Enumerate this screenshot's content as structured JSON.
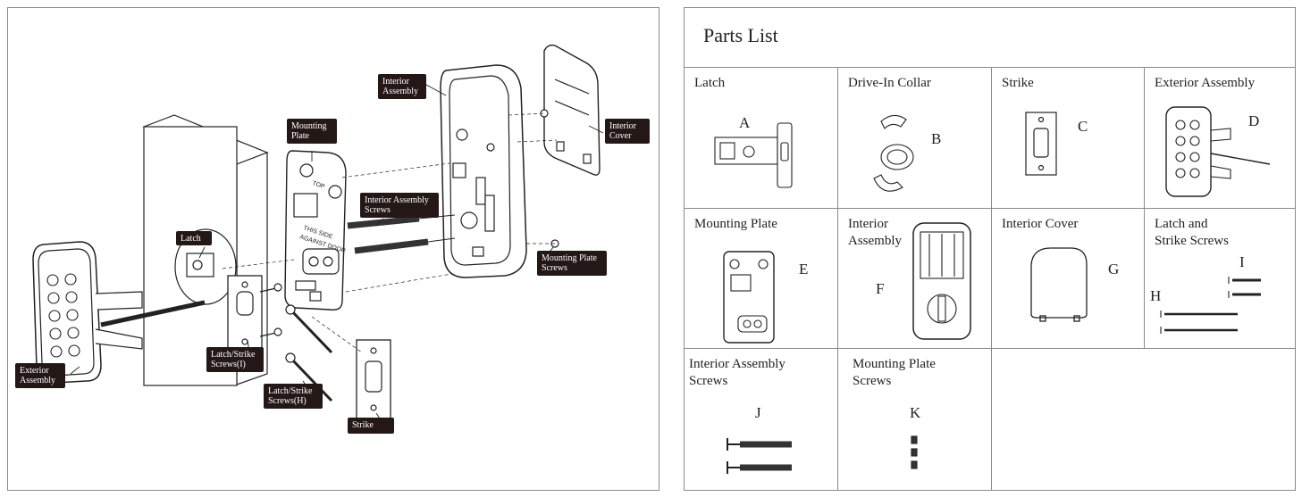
{
  "diagram": {
    "callouts": {
      "interior_assembly": "Interior\nAssembly",
      "interior_cover": "Interior\nCover",
      "mounting_plate": "Mounting\nPlate",
      "interior_assembly_screws": "Interior Assembly\nScrews",
      "latch": "Latch",
      "mounting_plate_screws": "Mounting Plate\nScrews",
      "latch_strike_screws_i": "Latch/Strike\nScrews(I)",
      "latch_strike_screws_h": "Latch/Strike\nScrews(H)",
      "exterior_assembly": "Exterior\nAssembly",
      "strike": "Strike"
    },
    "plate_text": {
      "top": "TOP",
      "this_side": "THIS SIDE",
      "against_door": "AGAINST DOOR"
    }
  },
  "parts_list": {
    "title": "Parts List",
    "items": [
      {
        "name": "Latch",
        "letter": "A"
      },
      {
        "name": "Drive-In Collar",
        "letter": "B"
      },
      {
        "name": "Strike",
        "letter": "C"
      },
      {
        "name": "Exterior Assembly",
        "letter": "D"
      },
      {
        "name": "Mounting Plate",
        "letter": "E"
      },
      {
        "name": "Interior\nAssembly",
        "letter": "F"
      },
      {
        "name": "Interior Cover",
        "letter": "G"
      },
      {
        "name": "Latch and\nStrike Screws",
        "letters": [
          "I",
          "H"
        ]
      },
      {
        "name": "Interior Assembly\nScrews",
        "letter": "J"
      },
      {
        "name": "Mounting Plate\nScrews",
        "letter": "K"
      }
    ]
  }
}
